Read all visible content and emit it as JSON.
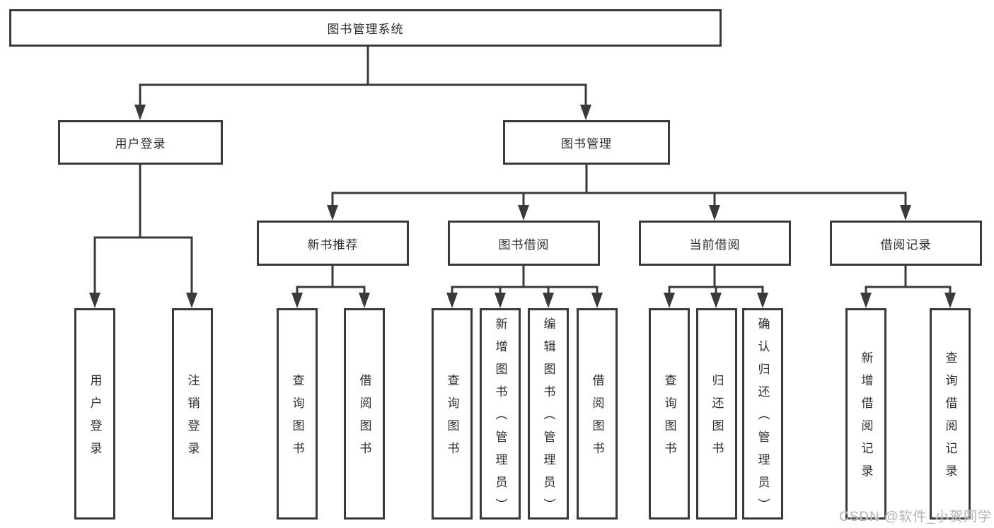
{
  "diagram_title": "图书管理系统",
  "tree": {
    "label": "图书管理系统",
    "children": [
      {
        "label": "用户登录",
        "children": [
          {
            "label": "用户登录"
          },
          {
            "label": "注销登录"
          }
        ]
      },
      {
        "label": "图书管理",
        "children": [
          {
            "label": "新书推荐",
            "children": [
              {
                "label": "查询图书"
              },
              {
                "label": "借阅图书"
              }
            ]
          },
          {
            "label": "图书借阅",
            "children": [
              {
                "label": "查询图书"
              },
              {
                "label": "新增图书（管理员）"
              },
              {
                "label": "编辑图书（管理员）"
              },
              {
                "label": "借阅图书"
              }
            ]
          },
          {
            "label": "当前借阅",
            "children": [
              {
                "label": "查询图书"
              },
              {
                "label": "归还图书"
              },
              {
                "label": "确认归还（管理员）"
              }
            ]
          },
          {
            "label": "借阅记录",
            "children": [
              {
                "label": "新增借阅记录"
              },
              {
                "label": "查询借阅记录"
              }
            ]
          }
        ]
      }
    ]
  },
  "watermark": "CSDN @软件_小贺同学",
  "colors": {
    "line": "#3a3a3a",
    "text": "#2d2d2d",
    "watermark": "#b3b3b3",
    "background": "#ffffff"
  }
}
